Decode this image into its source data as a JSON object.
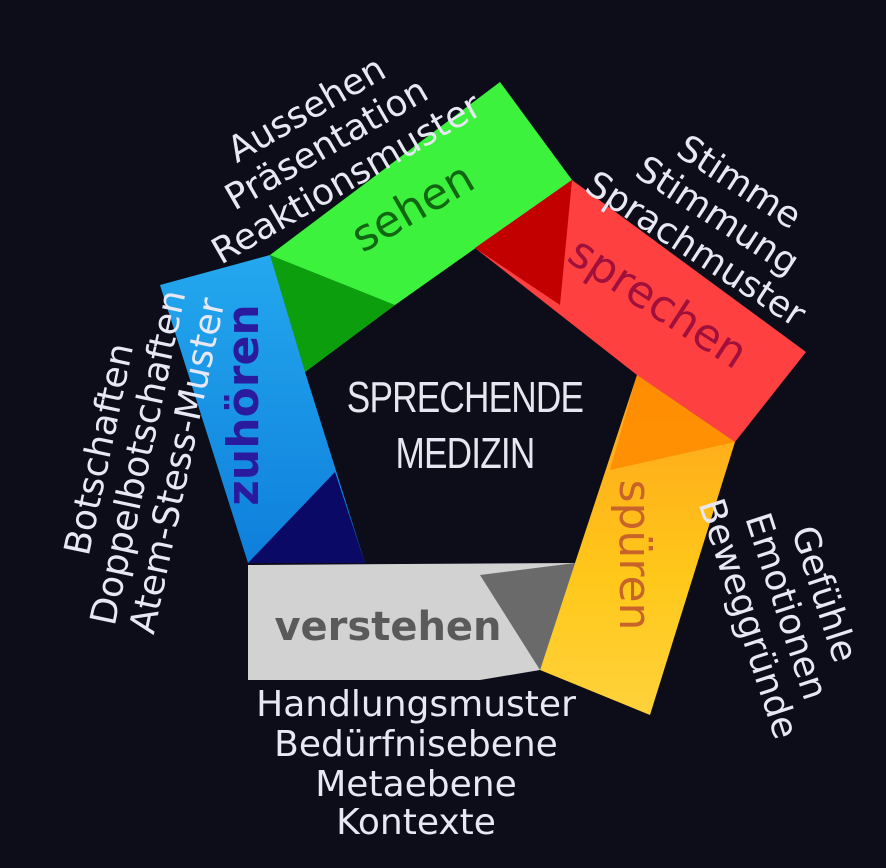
{
  "center": {
    "line1": "SPRECHENDE",
    "line2": "MEDIZIN"
  },
  "segments": {
    "sehen": {
      "label": "sehen",
      "color": "#3cf23c",
      "dark": "#0c9e0c",
      "text_color": "#116611"
    },
    "sprechen": {
      "label": "sprechen",
      "color": "#ff4040",
      "dark": "#c30000",
      "text_color": "#a0103c"
    },
    "spueren": {
      "label": "spüren",
      "color": "#ffc21a",
      "dark": "#ff8a00",
      "text_color": "#c8642a"
    },
    "verstehen": {
      "label": "verstehen",
      "color": "#d2d2d2",
      "dark": "#6a6a6a",
      "text_color": "#5a5a5a"
    },
    "zuhoeren": {
      "label": "zuhören",
      "color": "#1b9be8",
      "dark": "#0a0a66",
      "text_color": "#2a1a9e"
    }
  },
  "lists": {
    "sehen": [
      "Aussehen",
      "Präsentation",
      "Reaktionsmuster"
    ],
    "sprechen": [
      "Stimme",
      "Stimmung",
      "Sprachmuster"
    ],
    "spueren": [
      "Gefühle",
      "Emotionen",
      "Beweggründe"
    ],
    "verstehen": [
      "Handlungsmuster",
      "Bedürfnisebene",
      "Metaebene",
      "Kontexte"
    ],
    "zuhoeren": [
      "Botschaften",
      "Doppelbotschaften",
      "Atem-Stess-Muster"
    ]
  }
}
